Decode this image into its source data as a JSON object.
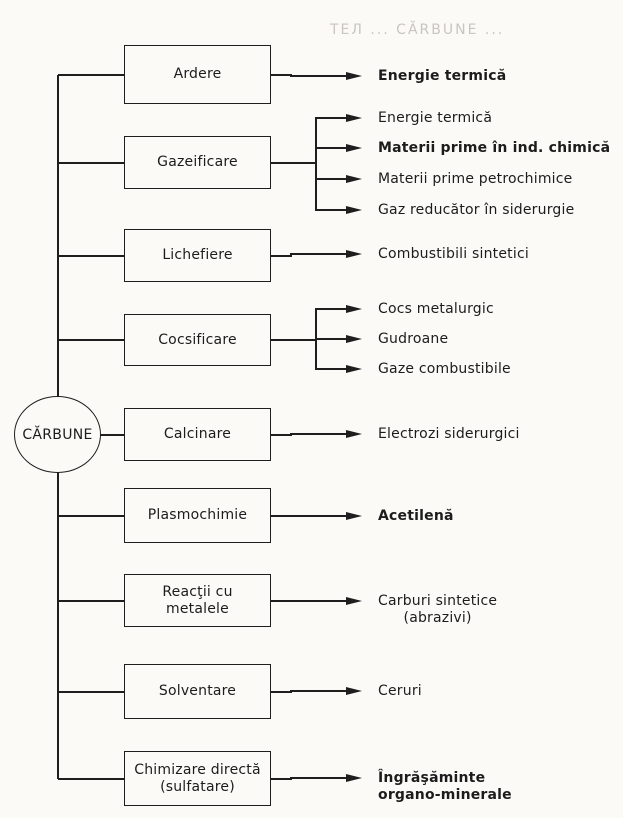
{
  "header_faint": "ТЕЛ ... CĂRBUNE ...",
  "root": "CĂRBUNE",
  "processes": [
    {
      "id": "ardere",
      "label": [
        "Ardere"
      ],
      "outputs": [
        {
          "lines": [
            "Energie termică"
          ],
          "bold": true
        }
      ]
    },
    {
      "id": "gazeificare",
      "label": [
        "Gazeificare"
      ],
      "outputs": [
        {
          "lines": [
            "Energie termică"
          ]
        },
        {
          "lines": [
            "Materii prime în ind. chimică"
          ],
          "bold": true
        },
        {
          "lines": [
            "Materii prime petrochimice"
          ]
        },
        {
          "lines": [
            "Gaz reducător în siderurgie"
          ]
        }
      ]
    },
    {
      "id": "lichefiere",
      "label": [
        "Lichefiere"
      ],
      "outputs": [
        {
          "lines": [
            "Combustibili sintetici"
          ]
        }
      ]
    },
    {
      "id": "cocsificare",
      "label": [
        "Cocsificare"
      ],
      "outputs": [
        {
          "lines": [
            "Cocs metalurgic"
          ]
        },
        {
          "lines": [
            "Gudroane"
          ]
        },
        {
          "lines": [
            "Gaze combustibile"
          ]
        }
      ]
    },
    {
      "id": "calcinare",
      "label": [
        "Calcinare"
      ],
      "outputs": [
        {
          "lines": [
            "Electrozi siderurgici"
          ]
        }
      ]
    },
    {
      "id": "plasmochimie",
      "label": [
        "Plasmochimie"
      ],
      "outputs": [
        {
          "lines": [
            "Acetilenă"
          ],
          "bold": true
        }
      ]
    },
    {
      "id": "reactii-cu-metalele",
      "label": [
        "Reacţii cu",
        "metalele"
      ],
      "outputs": [
        {
          "lines": [
            "Carburi sintetice",
            "(abrazivi)"
          ],
          "center": true
        }
      ]
    },
    {
      "id": "solventare",
      "label": [
        "Solventare"
      ],
      "outputs": [
        {
          "lines": [
            "Ceruri"
          ]
        }
      ]
    },
    {
      "id": "chimizare-directa",
      "label": [
        "Chimizare directă",
        "(sulfatare)"
      ],
      "outputs": [
        {
          "lines": [
            "Îngrăşăminte",
            "organo-minerale"
          ],
          "bold": true
        }
      ]
    }
  ]
}
